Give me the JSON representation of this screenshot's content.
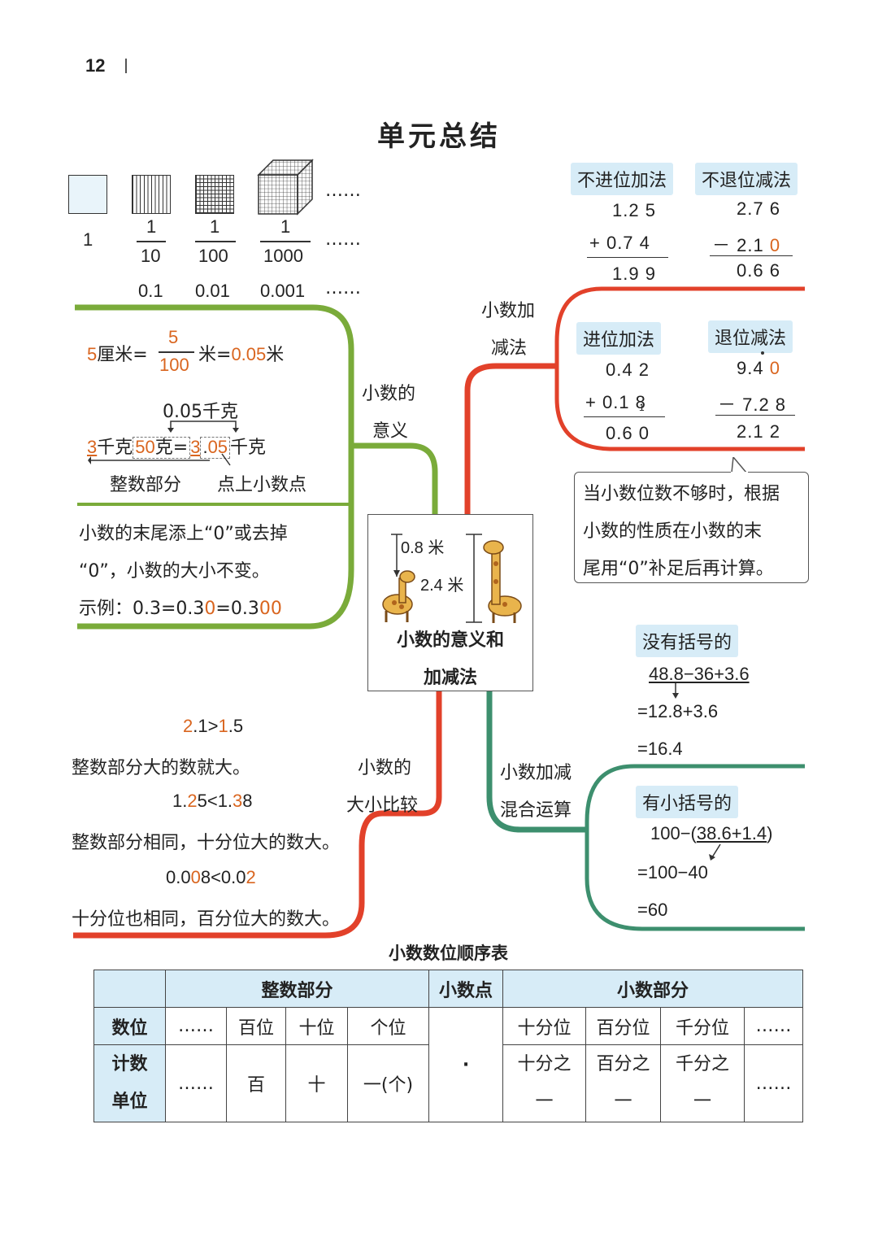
{
  "page": {
    "number": "12",
    "title": "单元总结"
  },
  "squares": {
    "labels": [
      "1",
      "1",
      "1",
      "1"
    ],
    "denominators": [
      "10",
      "100",
      "1000"
    ],
    "decimals": [
      "0.1",
      "0.01",
      "0.001"
    ],
    "ellipsis": "……"
  },
  "meaning": {
    "branch_label_1": "小数的",
    "branch_label_2": "意义",
    "eq1_a": "5",
    "eq1_b": "厘米=",
    "eq1_frac_num": "5",
    "eq1_frac_den": "100",
    "eq1_c": "米=",
    "eq1_d": "0.05",
    "eq1_e": "米",
    "kg_note": "0.05千克",
    "eq2_a": "3",
    "eq2_b": "千克",
    "eq2_c": "50",
    "eq2_d": "克=",
    "eq2_e": "3",
    "eq2_f": ".",
    "eq2_g": "05",
    "eq2_h": "千克",
    "note_int": "整数部分",
    "note_point": "点上小数点",
    "rule_1": "小数的末尾添上“0”或去掉",
    "rule_2": "“0”，小数的大小不变。",
    "example_a": "示例：0.3=0.3",
    "example_b": "0",
    "example_c": "=0.3",
    "example_d": "00"
  },
  "add_sub": {
    "branch_label_1": "小数加",
    "branch_label_2": "减法",
    "tag_no_carry": "不进位加法",
    "tag_no_borrow": "不退位减法",
    "tag_carry": "进位加法",
    "tag_borrow": "退位减法",
    "nc_rows": [
      "1.2 5",
      "+ 0.7 4",
      "1.9 9"
    ],
    "nb_row1": "2.7 6",
    "nb_row2_a": "－ 2.1 ",
    "nb_row2_b": "0",
    "nb_row3": "0.6 6",
    "c_rows": [
      "0.4 2",
      "+ 0.1 8",
      "0.6 0"
    ],
    "c_small": "1",
    "b_row1_a": "9.4 ",
    "b_row1_b": "0",
    "b_row2": "－ 7.2 8",
    "b_row3": "2.1 2",
    "callout_lines": [
      "当小数位数不够时，根据",
      "小数的性质在小数的末",
      "尾用“0”补足后再计算。"
    ]
  },
  "center": {
    "h_small": "0.8 米",
    "h_big": "2.4 米",
    "title_1": "小数的意义和",
    "title_2": "加减法"
  },
  "compare": {
    "branch_label_1": "小数的",
    "branch_label_2": "大小比较",
    "ex1_a": "2",
    "ex1_b": ".1>",
    "ex1_c": "1",
    "ex1_d": ".5",
    "rule1": "整数部分大的数就大。",
    "ex2_a": "1.",
    "ex2_b": "2",
    "ex2_c": "5<1.",
    "ex2_d": "3",
    "ex2_e": "8",
    "rule2": "整数部分相同，十分位大的数大。",
    "ex3_a": "0.0",
    "ex3_b": "0",
    "ex3_c": "8<0.0",
    "ex3_d": "2",
    "rule3": "十分位也相同，百分位大的数大。"
  },
  "mixed": {
    "branch_label_1": "小数加减",
    "branch_label_2": "混合运算",
    "tag_no_paren": "没有括号的",
    "np_rows": [
      "48.8−36+3.6",
      "=12.8+3.6",
      "=16.4"
    ],
    "tag_paren": "有小括号的",
    "p_row1_a": "100−(",
    "p_row1_b": "38.6+1.4",
    "p_row1_c": ")",
    "p_rows": [
      "=100−40",
      "=60"
    ]
  },
  "order_table": {
    "title": "小数数位顺序表",
    "header": [
      "整数部分",
      "小数点",
      "小数部分"
    ],
    "row1_label": "数位",
    "row1": [
      "……",
      "百位",
      "十位",
      "个位",
      "十分位",
      "百分位",
      "千分位",
      "……"
    ],
    "row2_label_1": "计数",
    "row2_label_2": "单位",
    "row2": [
      "……",
      "百",
      "十",
      "一(个)",
      "·",
      "十分之",
      "百分之",
      "千分之",
      "……"
    ],
    "row2_second_line": [
      "一",
      "一",
      "一"
    ]
  },
  "colors": {
    "green": "#7aab3a",
    "red": "#e2412a",
    "teal": "#3d8f6e",
    "orange": "#d9651f",
    "tag_bg": "#d7ecf7"
  }
}
